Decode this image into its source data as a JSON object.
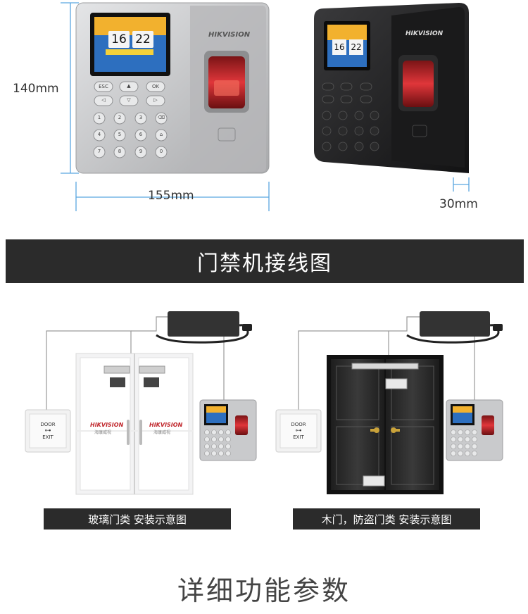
{
  "dimensions": {
    "height_label": "140mm",
    "width_label": "155mm",
    "depth_label": "30mm"
  },
  "device": {
    "brand": "HIKVISION",
    "clock_hour": "16",
    "clock_minute": "22",
    "keys": [
      "ESC",
      "▲",
      "OK",
      "◁",
      "▽",
      "▷",
      "1",
      "2",
      "3",
      "⌫",
      "4",
      "5",
      "6",
      "⌂",
      "7",
      "8",
      "9",
      "0"
    ]
  },
  "banner": {
    "title": "门禁机接线图"
  },
  "diagrams": {
    "glass": {
      "caption": "玻璃门类 安装示意图",
      "door_brand": "HIKVISION",
      "door_brand_sub": "海康威视"
    },
    "wood": {
      "caption": "木门，防盗门类 安装示意图"
    },
    "exit_button": {
      "line1": "DOOR",
      "line2": "EXIT"
    }
  },
  "footer": {
    "title": "详细功能参数"
  },
  "colors": {
    "banner_bg": "#2b2b2b",
    "dim_line": "#5aa6e0",
    "wire": "#9a9a9a",
    "silver_body": "#c9cacc",
    "black_body": "#1e1e1e",
    "fingerprint_red": "#c0262b"
  }
}
